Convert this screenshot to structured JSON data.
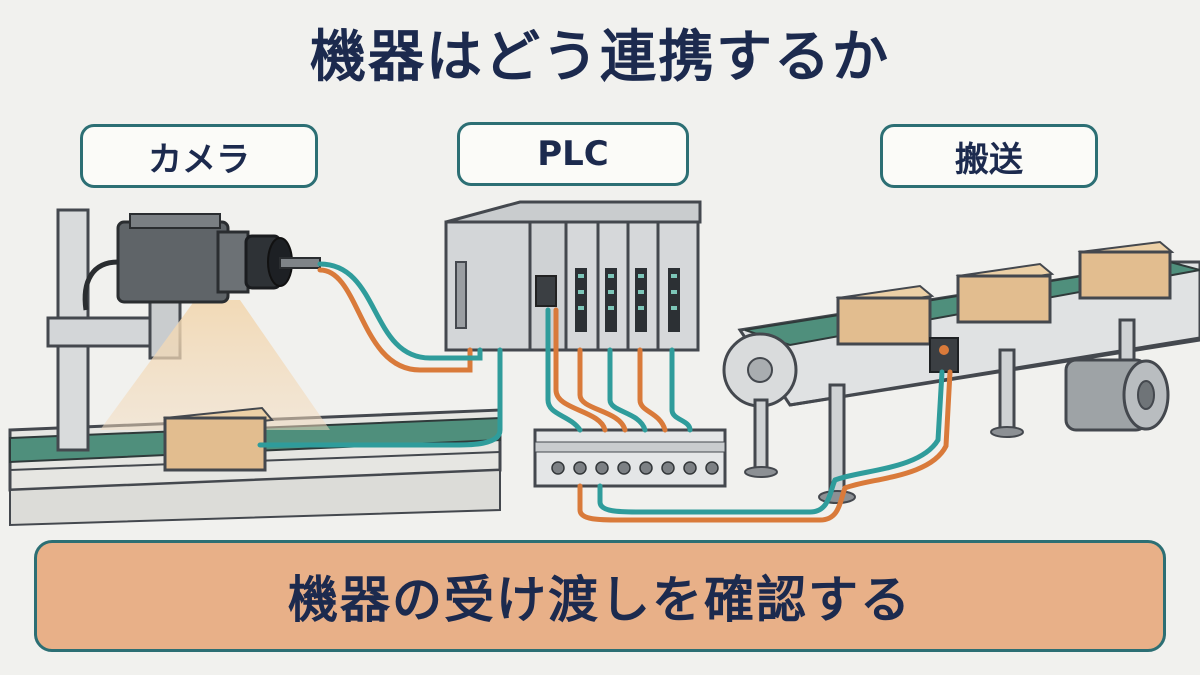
{
  "title": "機器はどう連携するか",
  "labels": {
    "camera": "カメラ",
    "plc": "PLC",
    "conveyor": "搬送"
  },
  "banner": "機器の受け渡しを確認する",
  "colors": {
    "navy_text": "#1c2a4e",
    "teal_border": "#2c6f74",
    "banner_fill": "#e8b088",
    "cable_teal": "#2f9c9b",
    "cable_orange": "#d97a3a",
    "belt_green": "#4f8f7c",
    "box_tan": "#e2bd8f"
  },
  "icons": [
    "camera-icon",
    "plc-rack-icon",
    "terminal-block-icon",
    "conveyor-icon",
    "sensor-icon",
    "motor-icon",
    "cardboard-box-icon"
  ]
}
